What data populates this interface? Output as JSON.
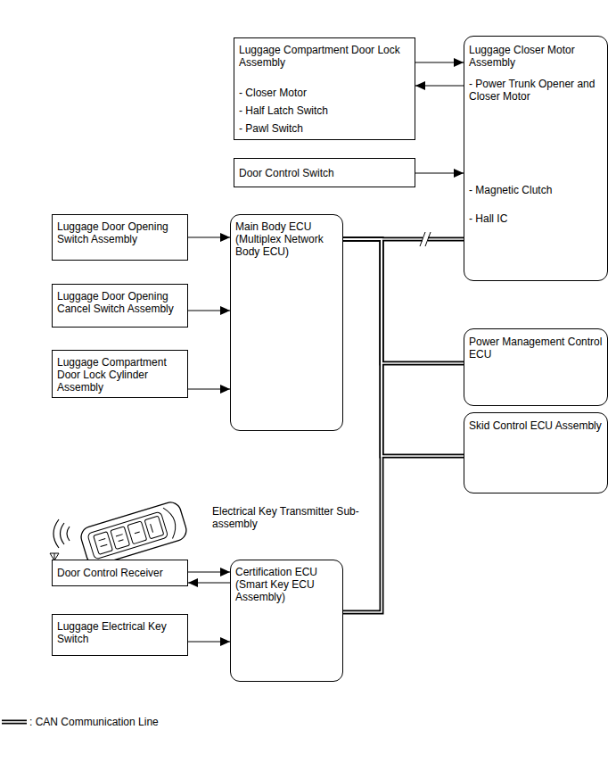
{
  "diagram": {
    "nodes": [
      {
        "text": [
          "Luggage Compartment Door Lock Assembly",
          "- Closer Motor",
          "- Half Latch Switch",
          "- Pawl Switch"
        ]
      },
      {
        "text": [
          "Luggage Closer Motor Assembly",
          "- Power Trunk Opener and Closer Motor",
          "- Magnetic Clutch",
          "- Hall IC"
        ]
      },
      {
        "text": [
          "Door Control Switch"
        ]
      },
      {
        "text": [
          "Luggage Door Opening Switch Assembly"
        ]
      },
      {
        "text": [
          "Main Body ECU (Multiplex Network Body ECU)"
        ]
      },
      {
        "text": [
          "Luggage Door Opening Cancel Switch Assembly"
        ]
      },
      {
        "text": [
          "Luggage Compartment Door Lock Cylinder Assembly"
        ]
      },
      {
        "text": [
          "Power Management Control ECU"
        ]
      },
      {
        "text": [
          "Skid Control ECU Assembly"
        ]
      },
      {
        "text": [
          "Door Control Receiver"
        ]
      },
      {
        "text": [
          "Certification ECU (Smart Key ECU Assembly)"
        ]
      },
      {
        "text": [
          "Luggage Electrical Key Switch"
        ]
      }
    ],
    "edges": [
      {
        "from": 0,
        "to": 1,
        "arrow": "to"
      },
      {
        "from": 1,
        "to": 0,
        "arrow": "to"
      },
      {
        "from": 2,
        "to": 1,
        "arrow": "to"
      },
      {
        "from": 3,
        "to": 4,
        "arrow": "to"
      },
      {
        "from": 5,
        "to": 4,
        "arrow": "to"
      },
      {
        "from": 6,
        "to": 4,
        "arrow": "to"
      },
      {
        "from": 9,
        "to": 10,
        "arrow": "to"
      },
      {
        "from": 10,
        "to": 9,
        "arrow": "to"
      },
      {
        "from": 11,
        "to": 10,
        "arrow": "to"
      },
      {
        "from": 4,
        "to": 1,
        "arrow": "none"
      },
      {
        "from": 4,
        "to": 7,
        "arrow": "none"
      },
      {
        "from": 4,
        "to": 8,
        "arrow": "none"
      },
      {
        "from": 4,
        "to": 10,
        "arrow": "none"
      }
    ],
    "labels": [
      "Electrical Key Transmitter Sub-assembly"
    ],
    "legend": [
      {
        "text": ": CAN Communication Line"
      }
    ]
  }
}
